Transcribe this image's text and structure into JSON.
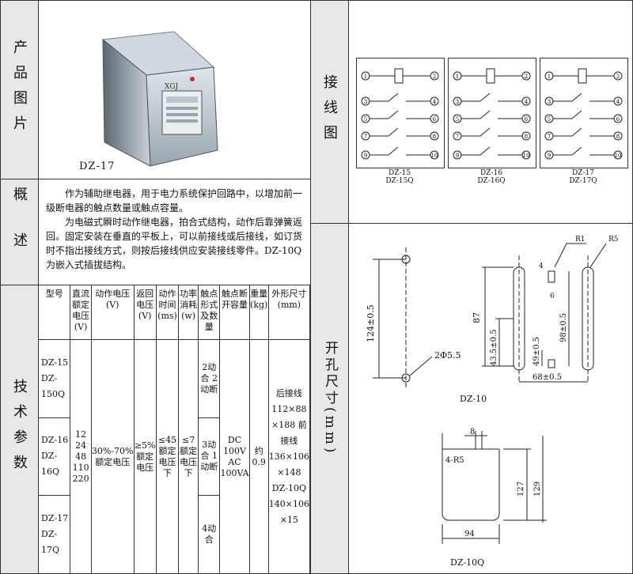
{
  "product_image": {
    "row_label": "产品图片",
    "caption": "DZ-17",
    "device_label": "XGJ"
  },
  "overview": {
    "row_label": "概述",
    "paragraphs": [
      "作为辅助继电器，用于电力系统保护回路中，以增加前一级断电器的触点数量或触点容量。",
      "为电磁式瞬时动作继电器，拍合式结构，动作后靠弹簧返回。固定安装在垂直的平板上，可以前接线或后接线，如订货时不指出接线方式，则按后接线供应安装接线零件。DZ-10Q为嵌入式插拔结构。"
    ]
  },
  "wiring": {
    "row_label": "接线图",
    "diagrams": [
      {
        "model1": "DZ-15",
        "model2": "DZ-15Q"
      },
      {
        "model1": "DZ-16",
        "model2": "DZ-16Q"
      },
      {
        "model1": "DZ-17",
        "model2": "DZ-17Q"
      }
    ],
    "terminals": [
      "1",
      "2",
      "3",
      "4",
      "5",
      "6",
      "7",
      "8",
      "9",
      "10"
    ]
  },
  "specs": {
    "row_label": "技术参数",
    "headers": [
      "型号",
      "直流额定电压(V)",
      "动作电压(V)",
      "返回电压(V)",
      "动作时间(ms)",
      "功率消耗(w)",
      "触点形式及数量",
      "触点断开容量",
      "重量(kg)",
      "外形尺寸(mm)"
    ],
    "models": [
      "DZ-15 DZ-150Q",
      "DZ-16 DZ-16Q",
      "DZ-17 DZ-17Q"
    ],
    "rated_voltage": "12 24 48 110 220",
    "operate_voltage": "30%-70%额定电压",
    "release_voltage": "≥5%额定电压",
    "operate_time": "≤45额定电压下",
    "power": "≤7额定电压下",
    "contacts": [
      "2动合 2动断",
      "3动合 1动断",
      "4动合"
    ],
    "breaking_capacity": "DC 100V AC 100VA",
    "weight": "约0.9",
    "dimensions": "后接线 112×88 ×188 前接线 136×106 ×148 DZ-10Q 140×106 ×15"
  },
  "cutout": {
    "row_label": "开孔尺寸(mm)",
    "dz10": {
      "label": "DZ-10",
      "dims": [
        "124±0.5",
        "2Φ5.5",
        "R1",
        "R5",
        "4",
        "6",
        "87",
        "43.5±0.5",
        "49±0.5",
        "98±0.5",
        "68±0.5"
      ]
    },
    "dz10q": {
      "label": "DZ-10Q",
      "dims": [
        "8",
        "4-R5",
        "127",
        "129",
        "94"
      ]
    }
  }
}
